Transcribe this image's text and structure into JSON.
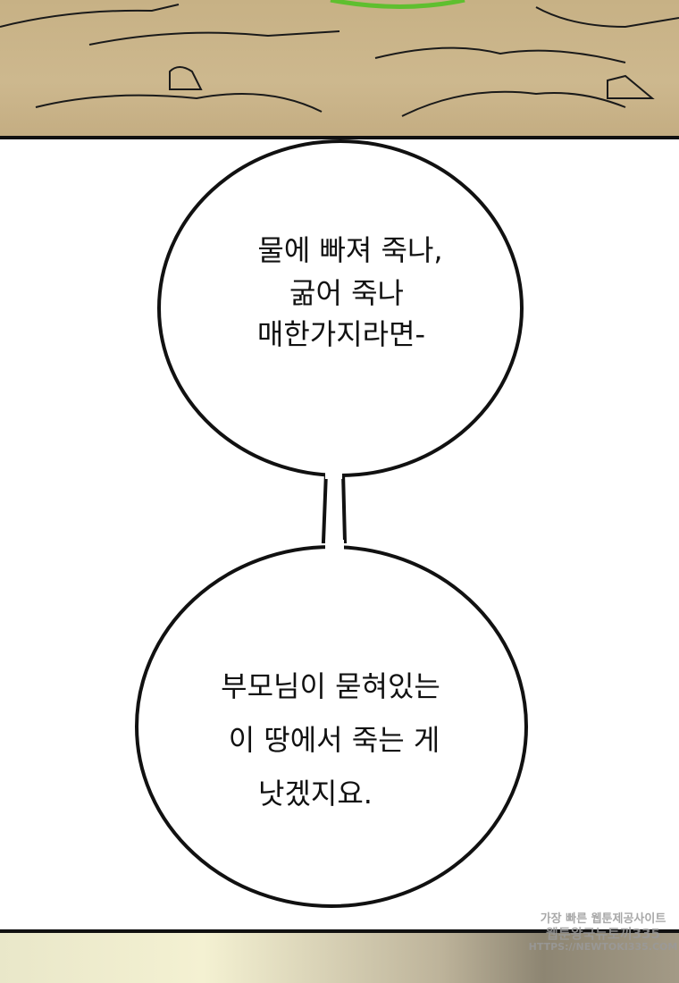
{
  "bubbles": [
    {
      "lines": [
        "물에 빠져 죽나,",
        "굶어 죽나",
        "매한가지라면-"
      ]
    },
    {
      "lines": [
        "부모님이 묻혀있는",
        "이 땅에서 죽는 게",
        "낫겠지요."
      ]
    }
  ],
  "watermark": {
    "line1": "가장 빠른 웹툰제공사이트",
    "line2": "웹툰왕국뉴토끼335",
    "line3": "HTTPS://NEWTOKI335.COM"
  }
}
